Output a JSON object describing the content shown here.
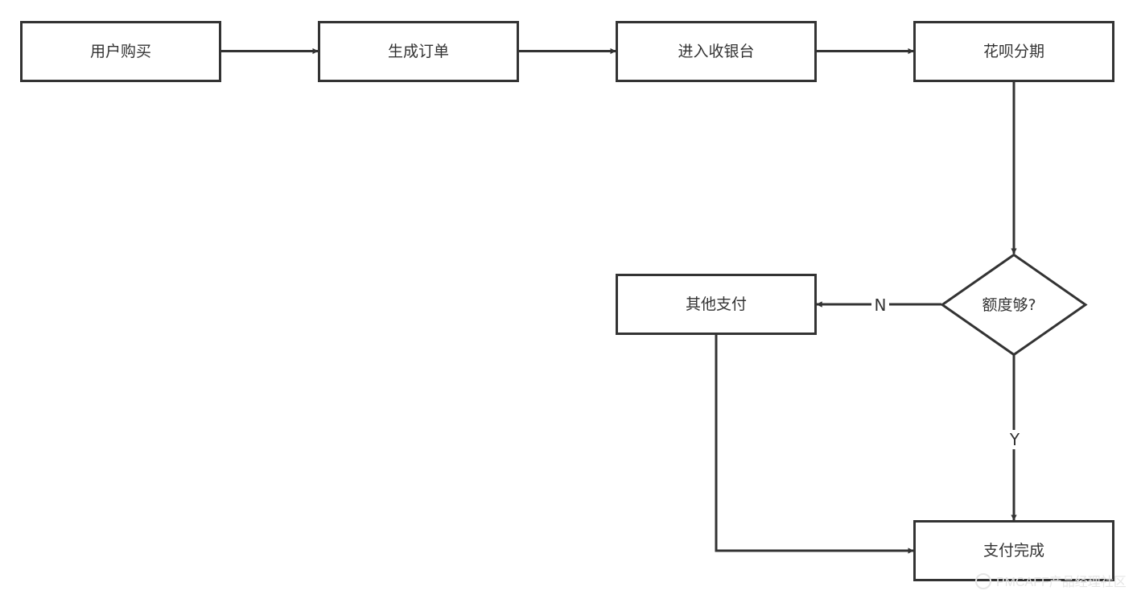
{
  "diagram": {
    "nodes": {
      "user_buy": "用户购买",
      "create_order": "生成订单",
      "enter_checkout": "进入收银台",
      "huabei_installment": "花呗分期",
      "quota_enough": "额度够?",
      "other_payment": "其他支付",
      "payment_complete": "支付完成"
    },
    "edge_labels": {
      "no": "N",
      "yes": "Y"
    }
  },
  "watermark": {
    "text": "PMCAFF产品经理社区"
  },
  "colors": {
    "stroke": "#333333",
    "background": "#ffffff",
    "watermark": "#e6e6e6"
  }
}
